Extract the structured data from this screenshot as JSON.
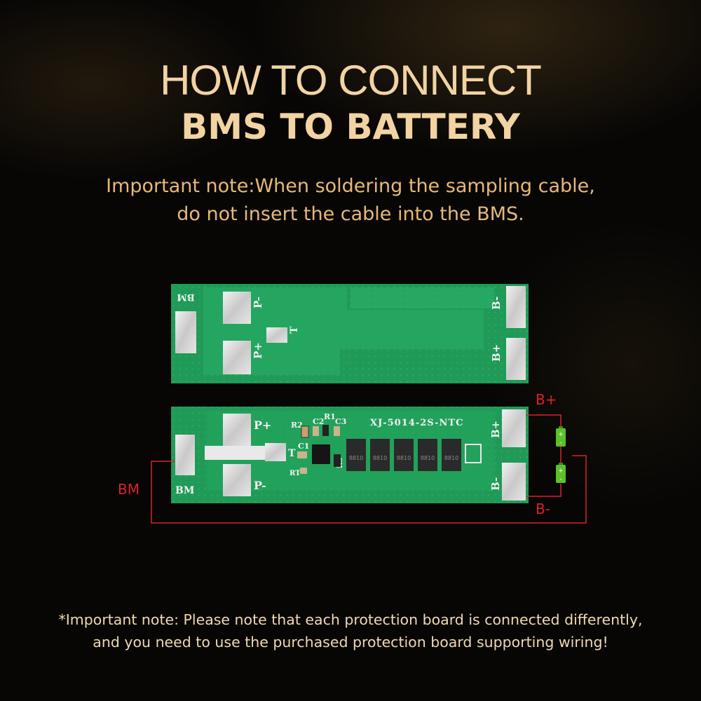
{
  "title": {
    "line1": "HOW TO CONNECT",
    "line2": "BMS TO BATTERY"
  },
  "note_top": {
    "line1": "Important note:When soldering the sampling cable,",
    "line2": "do not insert the cable into the BMS."
  },
  "board_back": {
    "pads": {
      "bm": "BM",
      "p_minus": "P-",
      "p_plus": "P+",
      "t": "T",
      "b_minus": "B-",
      "b_plus": "B+"
    }
  },
  "board_front": {
    "model": "XJ-5014-2S-NTC",
    "pads": {
      "p_plus": "P+",
      "p_minus": "P-",
      "t": "T",
      "bm": "BM",
      "b_plus": "B+",
      "b_minus": "B-"
    },
    "components": {
      "r2": "R2",
      "c2": "C2",
      "r1": "R1",
      "c3": "C3",
      "c1": "C1",
      "r3": "R3",
      "rt": "RT",
      "mosfet_mark": "8810"
    }
  },
  "wiring_labels": {
    "b_plus": "B+",
    "b_minus": "B-",
    "bm": "BM"
  },
  "battery": {
    "plus": "+",
    "minus": "-"
  },
  "note_bottom": {
    "line1": "*Important note: Please note that each protection board is connected differently,",
    "line2": "and you need to use the purchased protection board supporting wiring!"
  },
  "colors": {
    "title": "#f2d3a2",
    "note": "#e8b878",
    "pcb_green": "#1f9a57",
    "wire_red": "#d8232a",
    "battery_green": "#5cc02a"
  }
}
